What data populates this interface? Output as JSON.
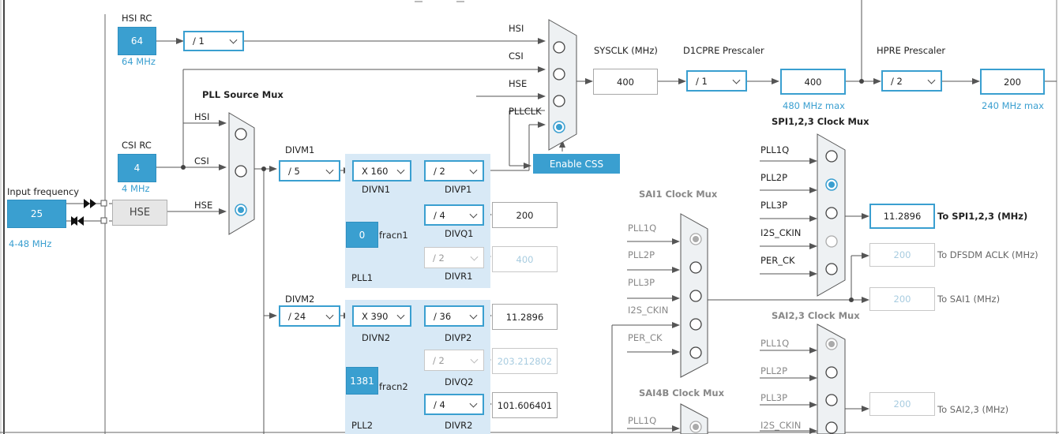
{
  "hsi": {
    "title": "HSI RC",
    "value": "64",
    "freq": "64 MHz",
    "div": "/ 1"
  },
  "csi": {
    "title": "CSI RC",
    "value": "4",
    "freq": "4 MHz"
  },
  "hse": {
    "label": "HSE"
  },
  "input": {
    "title": "Input frequency",
    "value": "25",
    "range": "4-48 MHz"
  },
  "pll_mux": {
    "title": "PLL Source Mux",
    "in_hsi": "HSI",
    "in_csi": "CSI",
    "in_hse": "HSE"
  },
  "sys_mux": {
    "in_hsi": "HSI",
    "in_csi": "CSI",
    "in_hse": "HSE",
    "in_pll": "PLLCLK"
  },
  "sysclk": {
    "title": "SYSCLK (MHz)",
    "value": "400"
  },
  "d1cpre": {
    "title": "D1CPRE Prescaler",
    "div": "/ 1",
    "value": "400",
    "max": "480 MHz max"
  },
  "hpre": {
    "title": "HPRE Prescaler",
    "div": "/ 2",
    "value": "200",
    "max": "240 MHz max"
  },
  "css": {
    "label": "Enable CSS"
  },
  "pll1": {
    "divm_label": "DIVM1",
    "divm": "/ 5",
    "divn": "X 160",
    "divn_label": "DIVN1",
    "divp": "/ 2",
    "divp_label": "DIVP1",
    "divq": "/ 4",
    "divq_label": "DIVQ1",
    "divq_out": "200",
    "divr": "/ 2",
    "divr_label": "DIVR1",
    "divr_out": "400",
    "frac": "0",
    "frac_label": "fracn1",
    "name": "PLL1"
  },
  "pll2": {
    "divm_label": "DIVM2",
    "divm": "/ 24",
    "divn": "X 390",
    "divn_label": "DIVN2",
    "divp": "/ 36",
    "divp_label": "DIVP2",
    "divp_out": "11.2896",
    "divq": "/ 2",
    "divq_label": "DIVQ2",
    "divq_out": "203.212802",
    "divr": "/ 4",
    "divr_label": "DIVR2",
    "divr_out": "101.606401",
    "frac": "1381",
    "frac_label": "fracn2",
    "name": "PLL2"
  },
  "spi_mux": {
    "title": "SPI1,2,3 Clock Mux",
    "inputs": [
      "PLL1Q",
      "PLL2P",
      "PLL3P",
      "I2S_CKIN",
      "PER_CK"
    ],
    "out_value": "11.2896",
    "out_label": "To SPI1,2,3 (MHz)"
  },
  "dfsdm": {
    "value": "200",
    "label": "To DFSDM ACLK (MHz)"
  },
  "sai1_out": {
    "value": "200",
    "label": "To SAI1 (MHz)"
  },
  "sai1_mux": {
    "title": "SAI1 Clock Mux",
    "inputs": [
      "PLL1Q",
      "PLL2P",
      "PLL3P",
      "I2S_CKIN",
      "PER_CK"
    ]
  },
  "sai23_mux": {
    "title": "SAI2,3 Clock Mux",
    "inputs": [
      "PLL1Q",
      "PLL2P",
      "PLL3P",
      "I2S_CKIN"
    ],
    "out_value": "200",
    "out_label": "To SAI2,3 (MHz)"
  },
  "sai4b_mux": {
    "title": "SAI4B Clock Mux",
    "inputs": [
      "PLL1Q"
    ]
  },
  "colors": {
    "accent": "#3a9fd0",
    "panel": "#d8e9f6",
    "line": "#555555"
  }
}
